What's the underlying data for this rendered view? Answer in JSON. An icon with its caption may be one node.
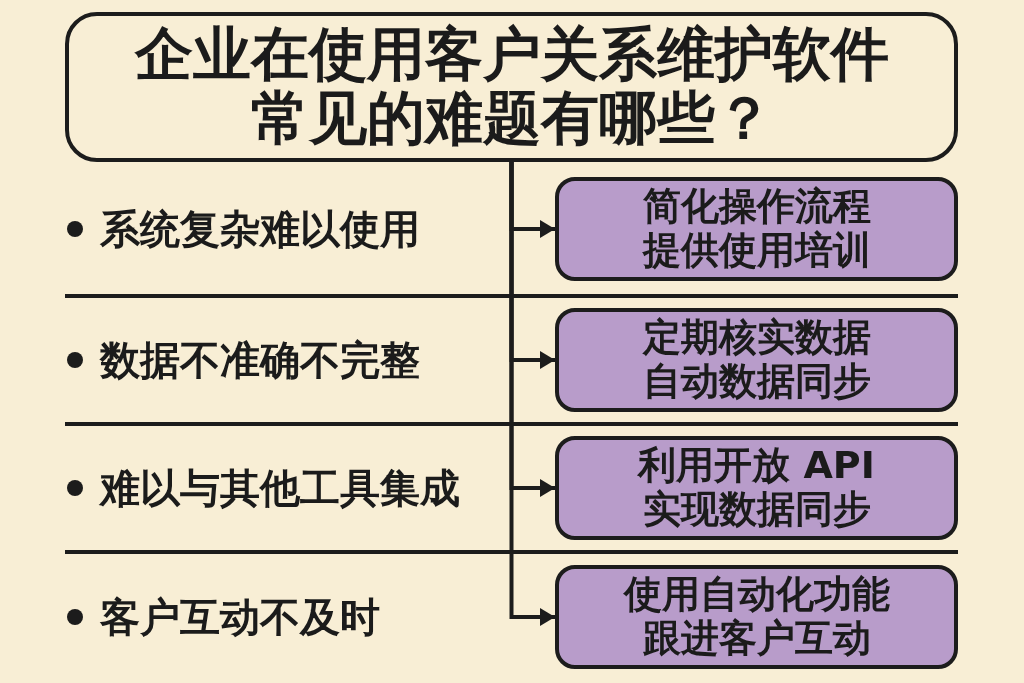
{
  "diagram": {
    "nodes": [
      {
        "text": [
          "企业在使用客户关系维护软件常见的难题有哪些？"
        ]
      },
      {
        "text": [
          "简化操作流程提供使用培训"
        ]
      },
      {
        "text": [
          "定期核实数据自动数据同步"
        ]
      },
      {
        "text": [
          "利用开放 API实现数据同步"
        ]
      },
      {
        "text": [
          "使用自动化功能跟进客户互动"
        ]
      }
    ],
    "edges": [
      {
        "from": 0,
        "to": 1,
        "arrow": "to"
      },
      {
        "from": 0,
        "to": 2,
        "arrow": "to"
      },
      {
        "from": 0,
        "to": 3,
        "arrow": "to"
      },
      {
        "from": 0,
        "to": 4,
        "arrow": "to"
      }
    ],
    "labels": [
      "系统复杂难以使用",
      "数据不准确不完整",
      "难以与其他工具集成",
      "客户互动不及时"
    ]
  }
}
